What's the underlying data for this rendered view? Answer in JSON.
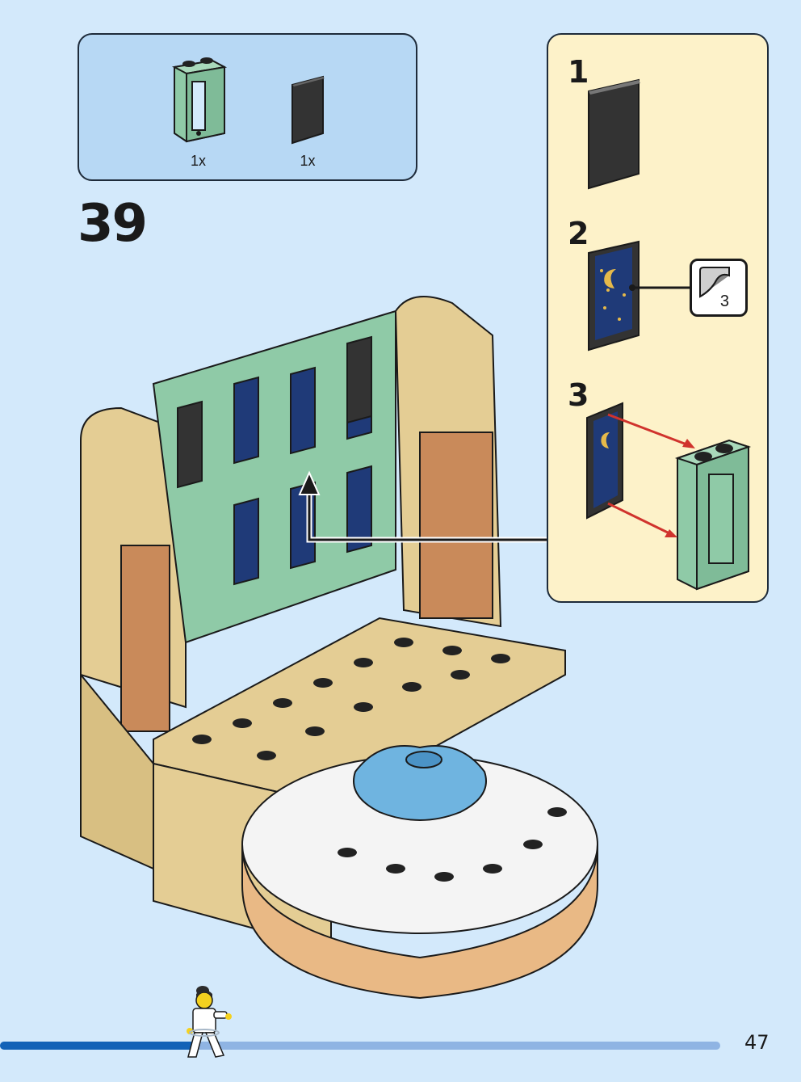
{
  "parts_list": {
    "items": [
      {
        "name": "sand-green-window-frame",
        "qty": "1x"
      },
      {
        "name": "black-window-glass",
        "qty": "1x"
      }
    ]
  },
  "step": {
    "number": "39"
  },
  "callout": {
    "substeps": [
      "1",
      "2",
      "3"
    ],
    "sticker_number": "3"
  },
  "progress": {
    "fraction": 0.27
  },
  "page": {
    "number": "47"
  },
  "colors": {
    "background": "#d3e9fb",
    "parts_box": "#b7d8f4",
    "callout": "#fdf2c9",
    "sand_green": "#8fcaa7",
    "tan": "#e4cd94",
    "dark_blue": "#1f3a78",
    "progress_fill": "#1262b7",
    "arrow_red": "#d0332d"
  }
}
